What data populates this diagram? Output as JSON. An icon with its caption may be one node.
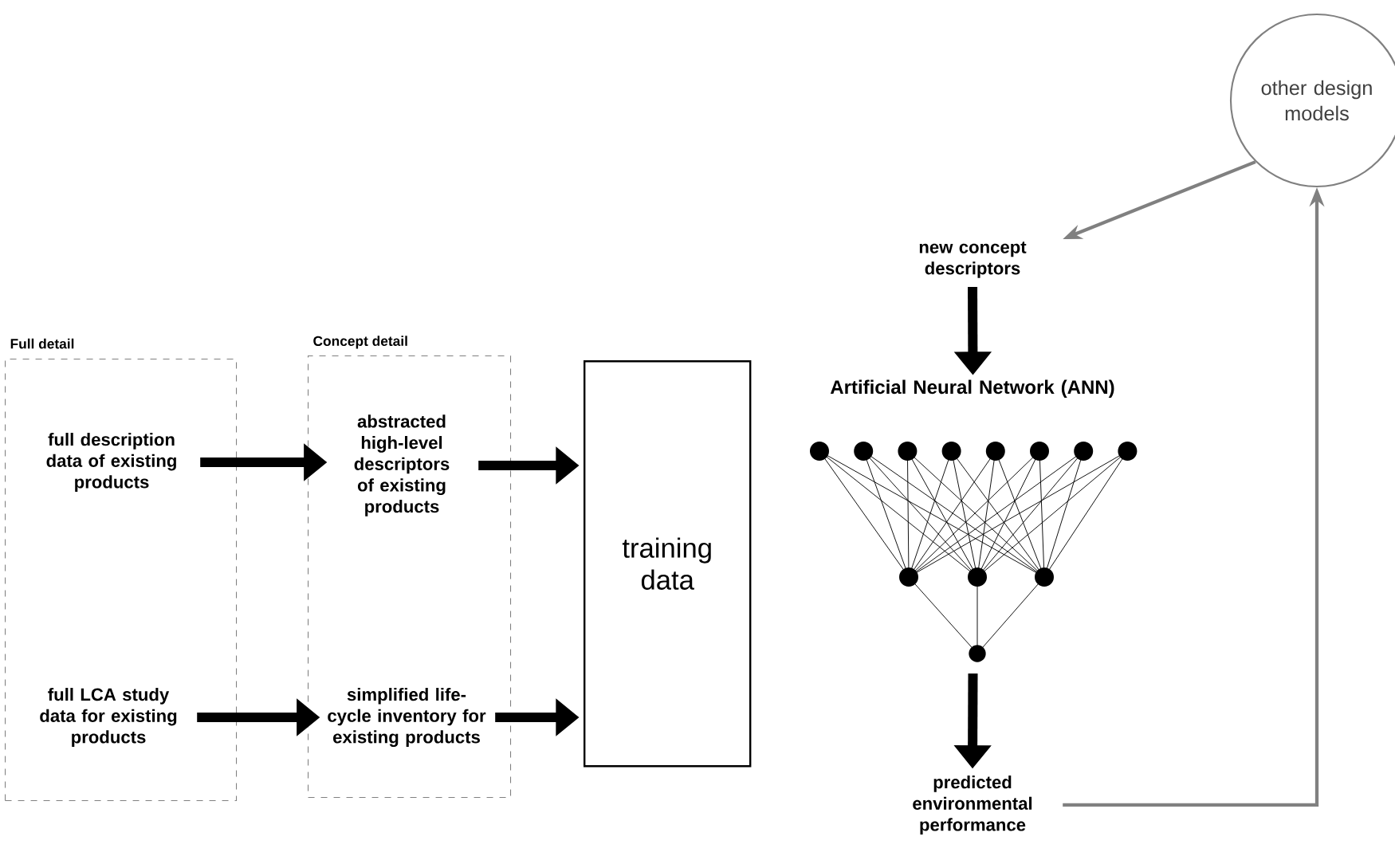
{
  "diagram": {
    "nodes": [
      {
        "text": [
          "Full detail"
        ]
      },
      {
        "text": [
          "full description data of existing products"
        ],
        "in": 0
      },
      {
        "text": [
          "full LCA study data for existing products"
        ],
        "in": 0
      },
      {
        "text": [
          "Concept detail"
        ]
      },
      {
        "text": [
          "abstracted high-level descriptors of existing products"
        ],
        "in": 3
      },
      {
        "text": [
          "simplified life-cycle inventory for existing products"
        ],
        "in": 3
      },
      {
        "text": [
          "training data"
        ]
      },
      {
        "text": [
          "new concept descriptors"
        ]
      },
      {
        "text": [
          "Artificial Neural Network (ANN)"
        ]
      },
      {
        "text": [
          "predicted environmental performance"
        ]
      },
      {
        "text": [
          "other design models"
        ]
      }
    ],
    "edges": [
      {
        "from": 1,
        "to": 4,
        "arrow": "to"
      },
      {
        "from": 2,
        "to": 5,
        "arrow": "to"
      },
      {
        "from": 4,
        "to": 6,
        "arrow": "to"
      },
      {
        "from": 5,
        "to": 6,
        "arrow": "to"
      },
      {
        "from": 7,
        "to": 8,
        "arrow": "to"
      },
      {
        "from": 8,
        "to": 9,
        "arrow": "to"
      },
      {
        "from": 10,
        "to": 7,
        "arrow": "to",
        "color": "#808080"
      },
      {
        "from": 9,
        "to": 10,
        "arrow": "to",
        "color": "#808080"
      }
    ]
  }
}
